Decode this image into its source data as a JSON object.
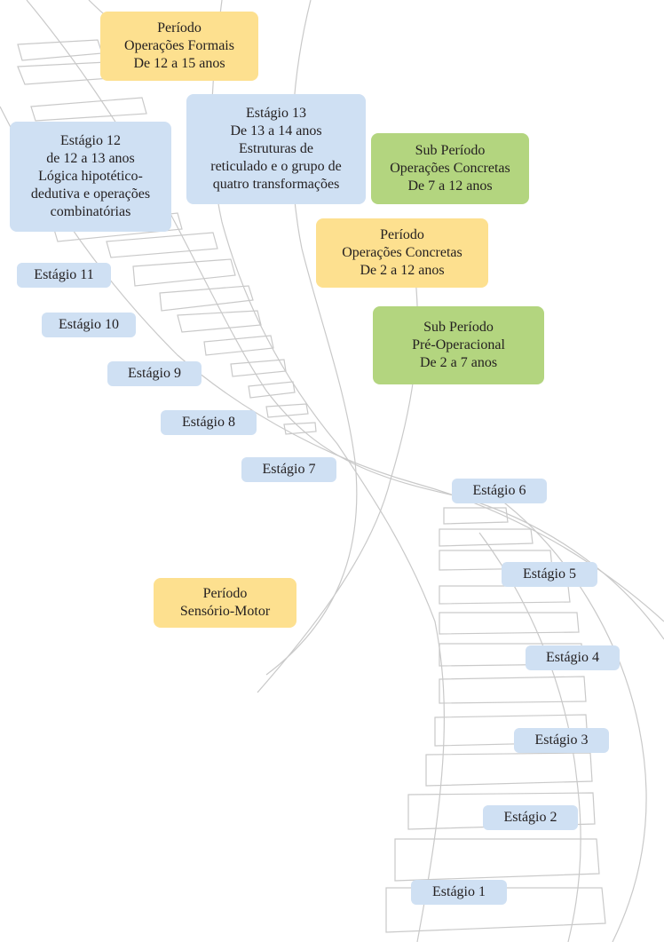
{
  "periods": {
    "formais": [
      "Período",
      "Operações Formais",
      "De 12 a 15 anos"
    ],
    "concretas": [
      "Período",
      "Operações Concretas",
      "De 2 a 12 anos"
    ],
    "sensorio": [
      "Período",
      "Sensório-Motor"
    ]
  },
  "subperiods": {
    "concretas": [
      "Sub Período",
      "Operações Concretas",
      "De 7 a 12 anos"
    ],
    "preoperacional": [
      "Sub Período",
      "Pré-Operacional",
      "De 2 a 7 anos"
    ]
  },
  "stage13": [
    "Estágio 13",
    "De 13 a 14 anos",
    "Estruturas de",
    "reticulado e o grupo de",
    "quatro transformações"
  ],
  "stage12": [
    "Estágio 12",
    "de 12 a 13 anos",
    "Lógica hipotético-",
    "dedutiva e operações",
    "combinatórias"
  ],
  "stages": {
    "s1": "Estágio 1",
    "s2": "Estágio 2",
    "s3": "Estágio 3",
    "s4": "Estágio 4",
    "s5": "Estágio 5",
    "s6": "Estágio 6",
    "s7": "Estágio 7",
    "s8": "Estágio 8",
    "s9": "Estágio 9",
    "s10": "Estágio 10",
    "s11": "Estágio 11"
  },
  "colors": {
    "stage_blue": "#cfe0f3",
    "period_yellow": "#fde08f",
    "subperiod_green": "#b3d57f",
    "stair_gray": "#c9c9c9"
  },
  "background_icon": "spiral-staircase-illustration"
}
